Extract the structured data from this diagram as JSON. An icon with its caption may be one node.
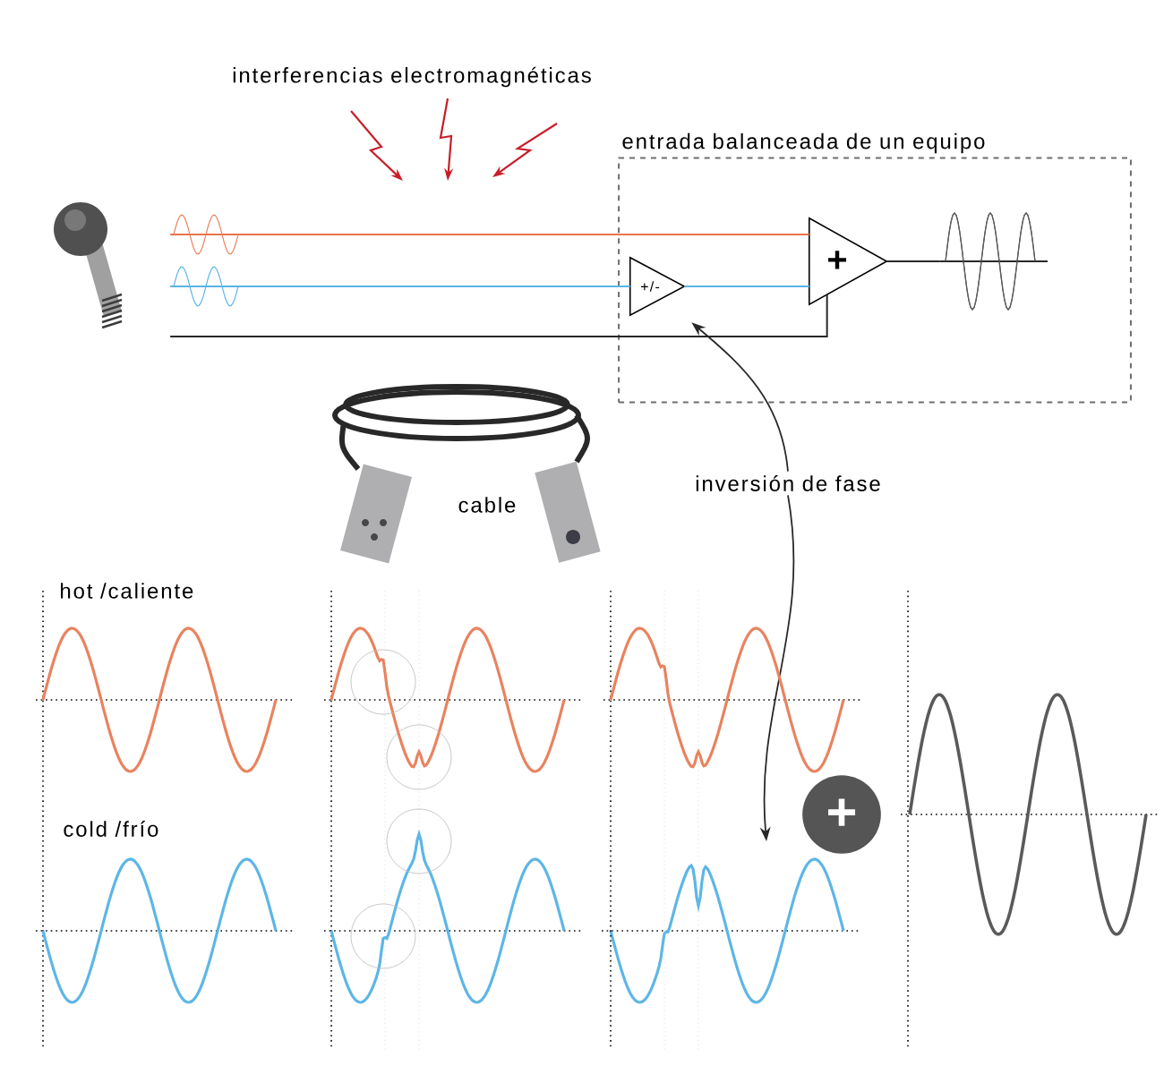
{
  "diagram": {
    "nodes": [
      {
        "text": [],
        "shape": "picture"
      },
      {
        "text": [
          "entrada balanceada de un equipo"
        ]
      },
      {
        "text": [
          "+/-"
        ],
        "in": 1
      },
      {
        "text": [
          "+"
        ],
        "in": 1
      },
      {
        "text": [],
        "shape": "picture",
        "in": 1
      },
      {
        "text": [
          "cable"
        ]
      },
      {
        "text": [
          "inversión de fase"
        ]
      },
      {
        "text": [],
        "shape": "picture"
      }
    ],
    "edges": [
      {
        "from": 0,
        "to": 3,
        "arrow": "none",
        "color": "#e8734a"
      },
      {
        "from": 0,
        "to": 2,
        "arrow": "none",
        "color": "#5ab4e5"
      },
      {
        "from": 2,
        "to": 3,
        "arrow": "none",
        "color": "#5ab4e5"
      },
      {
        "from": 0,
        "to": 3,
        "arrow": "none"
      },
      {
        "from": 3,
        "to": 4,
        "arrow": "none"
      },
      {
        "from": 6,
        "to": 2,
        "arrow": "to"
      },
      {
        "from": 6,
        "to": 7,
        "arrow": "to"
      }
    ],
    "labels": [
      "interferencias electromagnéticas",
      "hot /caliente",
      "cold /frío",
      "+"
    ]
  }
}
